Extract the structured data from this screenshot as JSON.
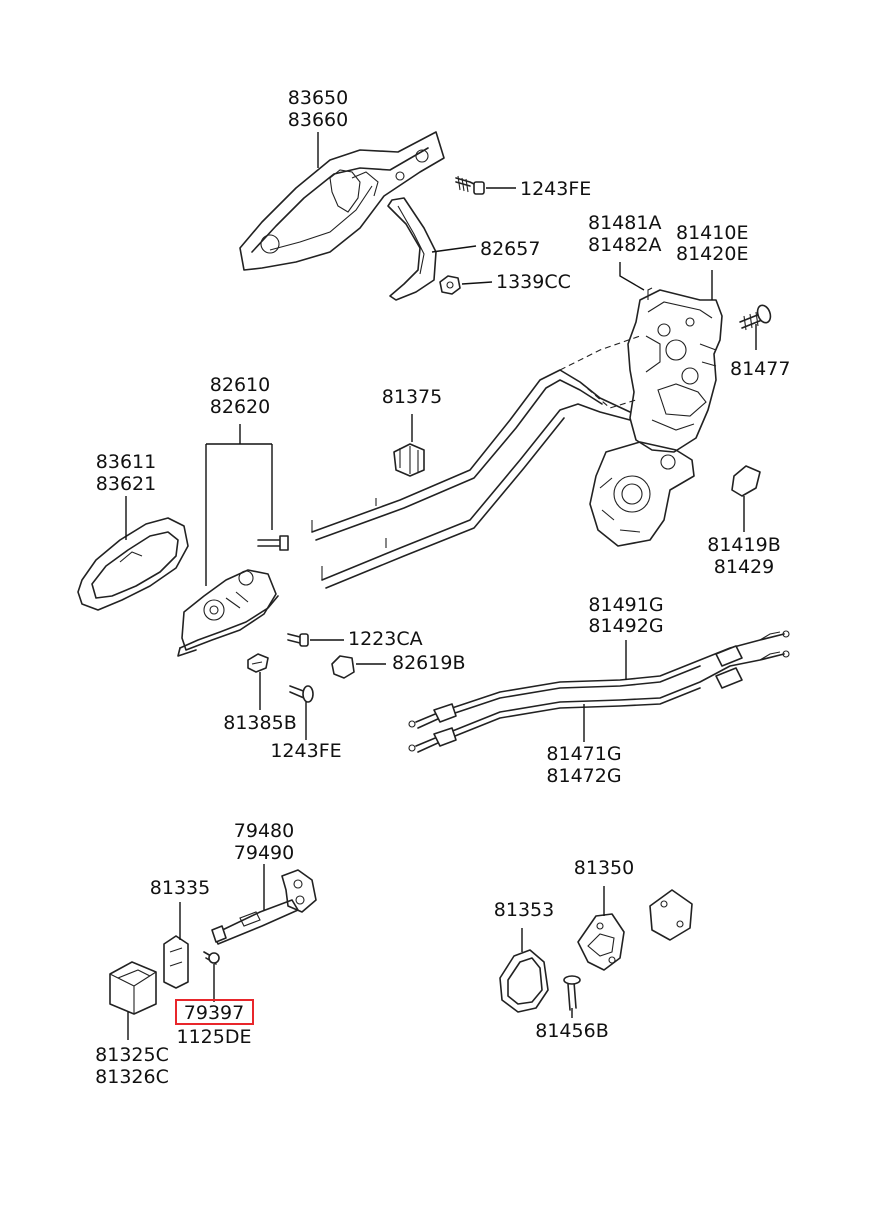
{
  "colors": {
    "background": "#ffffff",
    "line": "#222222",
    "highlight": "#e8262b"
  },
  "labels": {
    "l83650": "83650",
    "l83660": "83660",
    "l1243fe_top": "1243FE",
    "l82657": "82657",
    "l1339cc": "1339CC",
    "l81481a": "81481A",
    "l81482a": "81482A",
    "l81410e": "81410E",
    "l81420e": "81420E",
    "l81477": "81477",
    "l82610": "82610",
    "l82620": "82620",
    "l81375": "81375",
    "l83611": "83611",
    "l83621": "83621",
    "l81419b": "81419B",
    "l81429": "81429",
    "l1223ca": "1223CA",
    "l82619b": "82619B",
    "l81385b": "81385B",
    "l1243fe_bottom": "1243FE",
    "l81491g": "81491G",
    "l81492g": "81492G",
    "l81471g": "81471G",
    "l81472g": "81472G",
    "l79480": "79480",
    "l79490": "79490",
    "l81335": "81335",
    "l79397": "79397",
    "l1125de": "1125DE",
    "l81325c": "81325C",
    "l81326c": "81326C",
    "l81350": "81350",
    "l81353": "81353",
    "l81456b": "81456B"
  }
}
